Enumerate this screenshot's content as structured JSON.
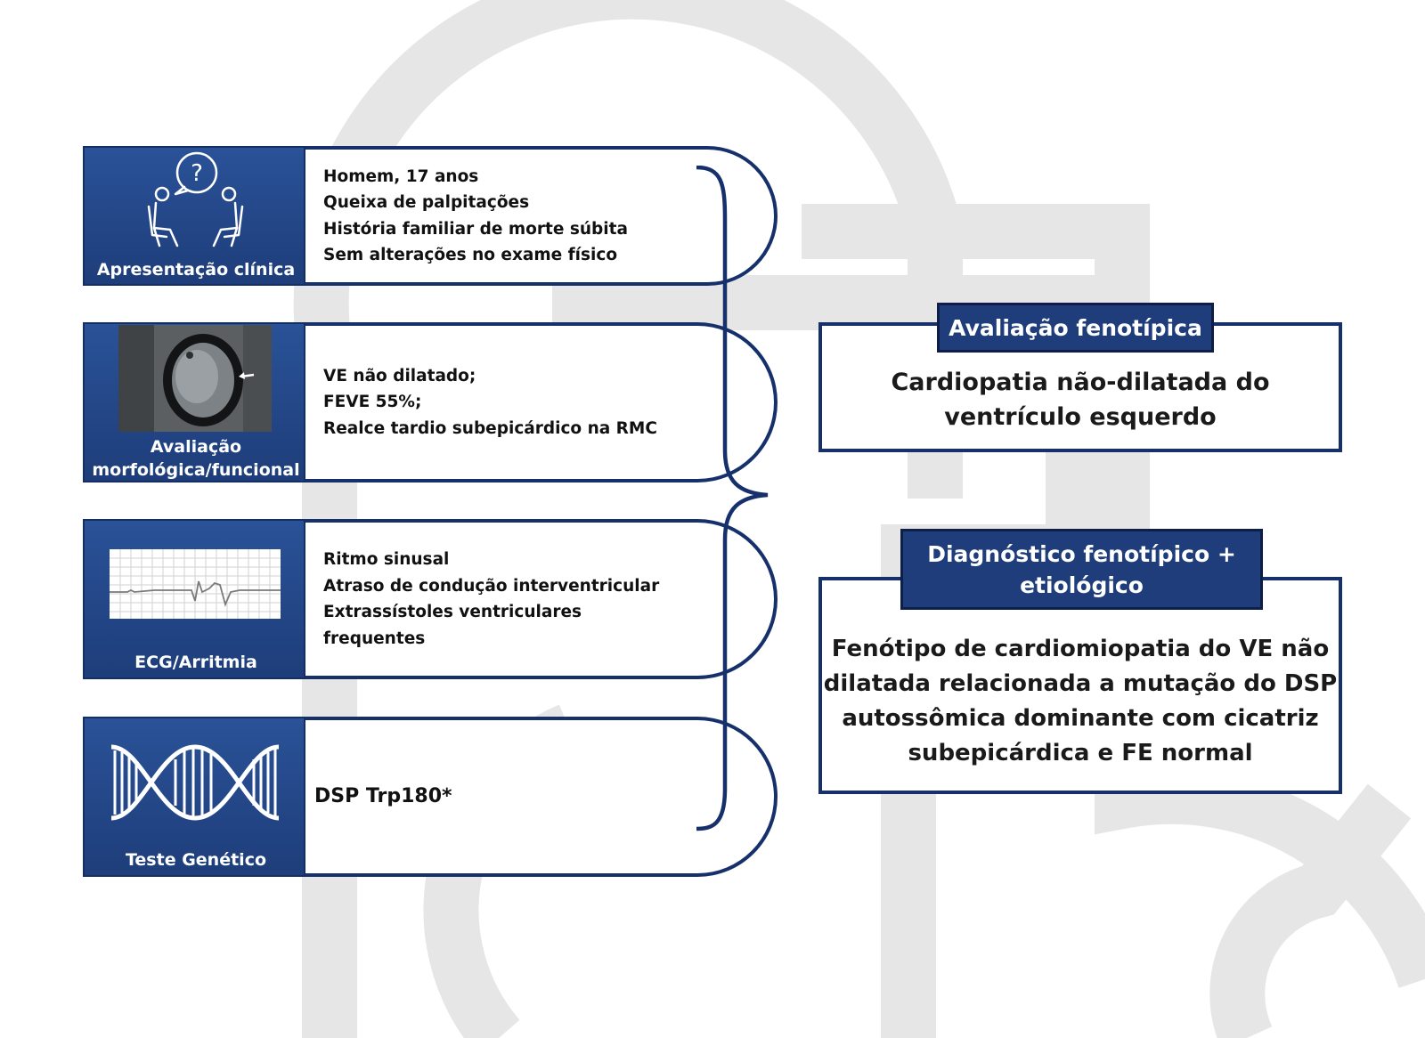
{
  "colors": {
    "navy_dark": "#15306b",
    "navy_panel": "#2a5298",
    "tag_bg": "#1e3d7a",
    "watermark": "#e6e6e6"
  },
  "rows": [
    {
      "caption": "Apresentação clínica",
      "icon": "consultation-icon",
      "lines": [
        "Homem, 17 anos",
        "Queixa de palpitações",
        "História familiar de morte súbita",
        "Sem alterações no exame físico"
      ]
    },
    {
      "caption_lines": [
        "Avaliação",
        "morfológica/funcional"
      ],
      "icon": "cardiac-mri-image",
      "lines": [
        "VE não dilatado;",
        "FEVE 55%;",
        "Realce tardio subepicárdico na RMC"
      ]
    },
    {
      "caption": "ECG/Arritmia",
      "icon": "ecg-strip-image",
      "lines": [
        "Ritmo sinusal",
        "Atraso de condução interventricular",
        "Extrassístoles ventriculares",
        "frequentes"
      ]
    },
    {
      "caption": "Teste Genético",
      "icon": "dna-icon",
      "lines": [
        "DSP Trp180*"
      ]
    }
  ],
  "phenotype": {
    "tag": "Avaliação fenotípica",
    "text_lines": [
      "Cardiopatia não-dilatada do",
      "ventrículo esquerdo"
    ]
  },
  "diagnosis": {
    "tag_lines": [
      "Diagnóstico fenotípico +",
      "etiológico"
    ],
    "text_lines": [
      "Fenótipo de cardiomiopatia do VE não",
      "dilatada relacionada a mutação do DSP",
      "autossômica dominante com cicatriz",
      "subepicárdica e FE normal"
    ]
  }
}
